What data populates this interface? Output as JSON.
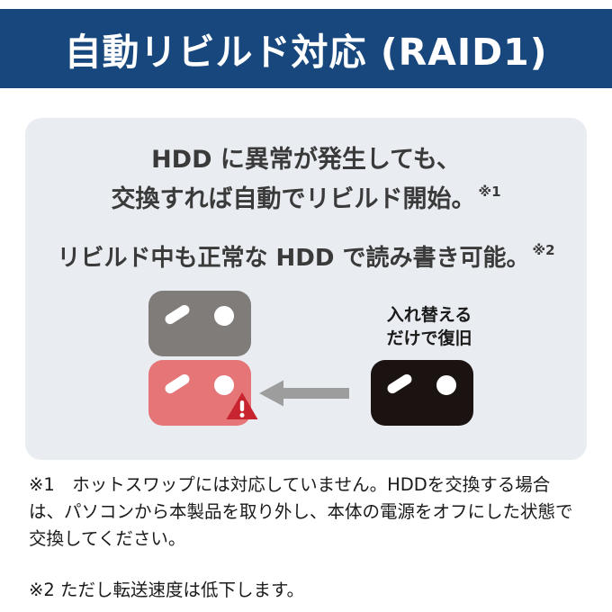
{
  "banner": {
    "title": "自動リビルド対応 (RAID1)"
  },
  "card": {
    "line1": "HDD に異常が発生しても、",
    "line2": "交換すれば自動でリビルド開始。",
    "line2_ref": "※1",
    "line3": "リビルド中も正常な HDD で読み書き可能。",
    "line3_ref": "※2",
    "swap_label": {
      "line1": "入れ替える",
      "line2": "だけで復旧"
    }
  },
  "diagram": {
    "icons": [
      {
        "name": "hdd-normal-icon",
        "color": "#807c7a"
      },
      {
        "name": "hdd-failed-icon",
        "color": "#e57577"
      },
      {
        "name": "hdd-replacement-icon",
        "color": "#1b1311"
      }
    ],
    "warning_icon": "alert-triangle-icon",
    "arrow_icon": "arrow-left-icon"
  },
  "footnotes": {
    "note1": "※1　ホットスワップには対応していません。HDDを交換する場合は、パソコンから本製品を取り外し、本体の電源をオフにした状態で交換してください。",
    "note2": "※2 ただし転送速度は低下します。"
  },
  "colors": {
    "banner_bg": "#17477d",
    "card_bg": "#e9edf1",
    "hdd_gray": "#807c7a",
    "hdd_red": "#e57577",
    "hdd_black": "#1b1311",
    "warning_red": "#c8242f",
    "arrow_gray": "#9d9d9d",
    "text": "#333333"
  }
}
